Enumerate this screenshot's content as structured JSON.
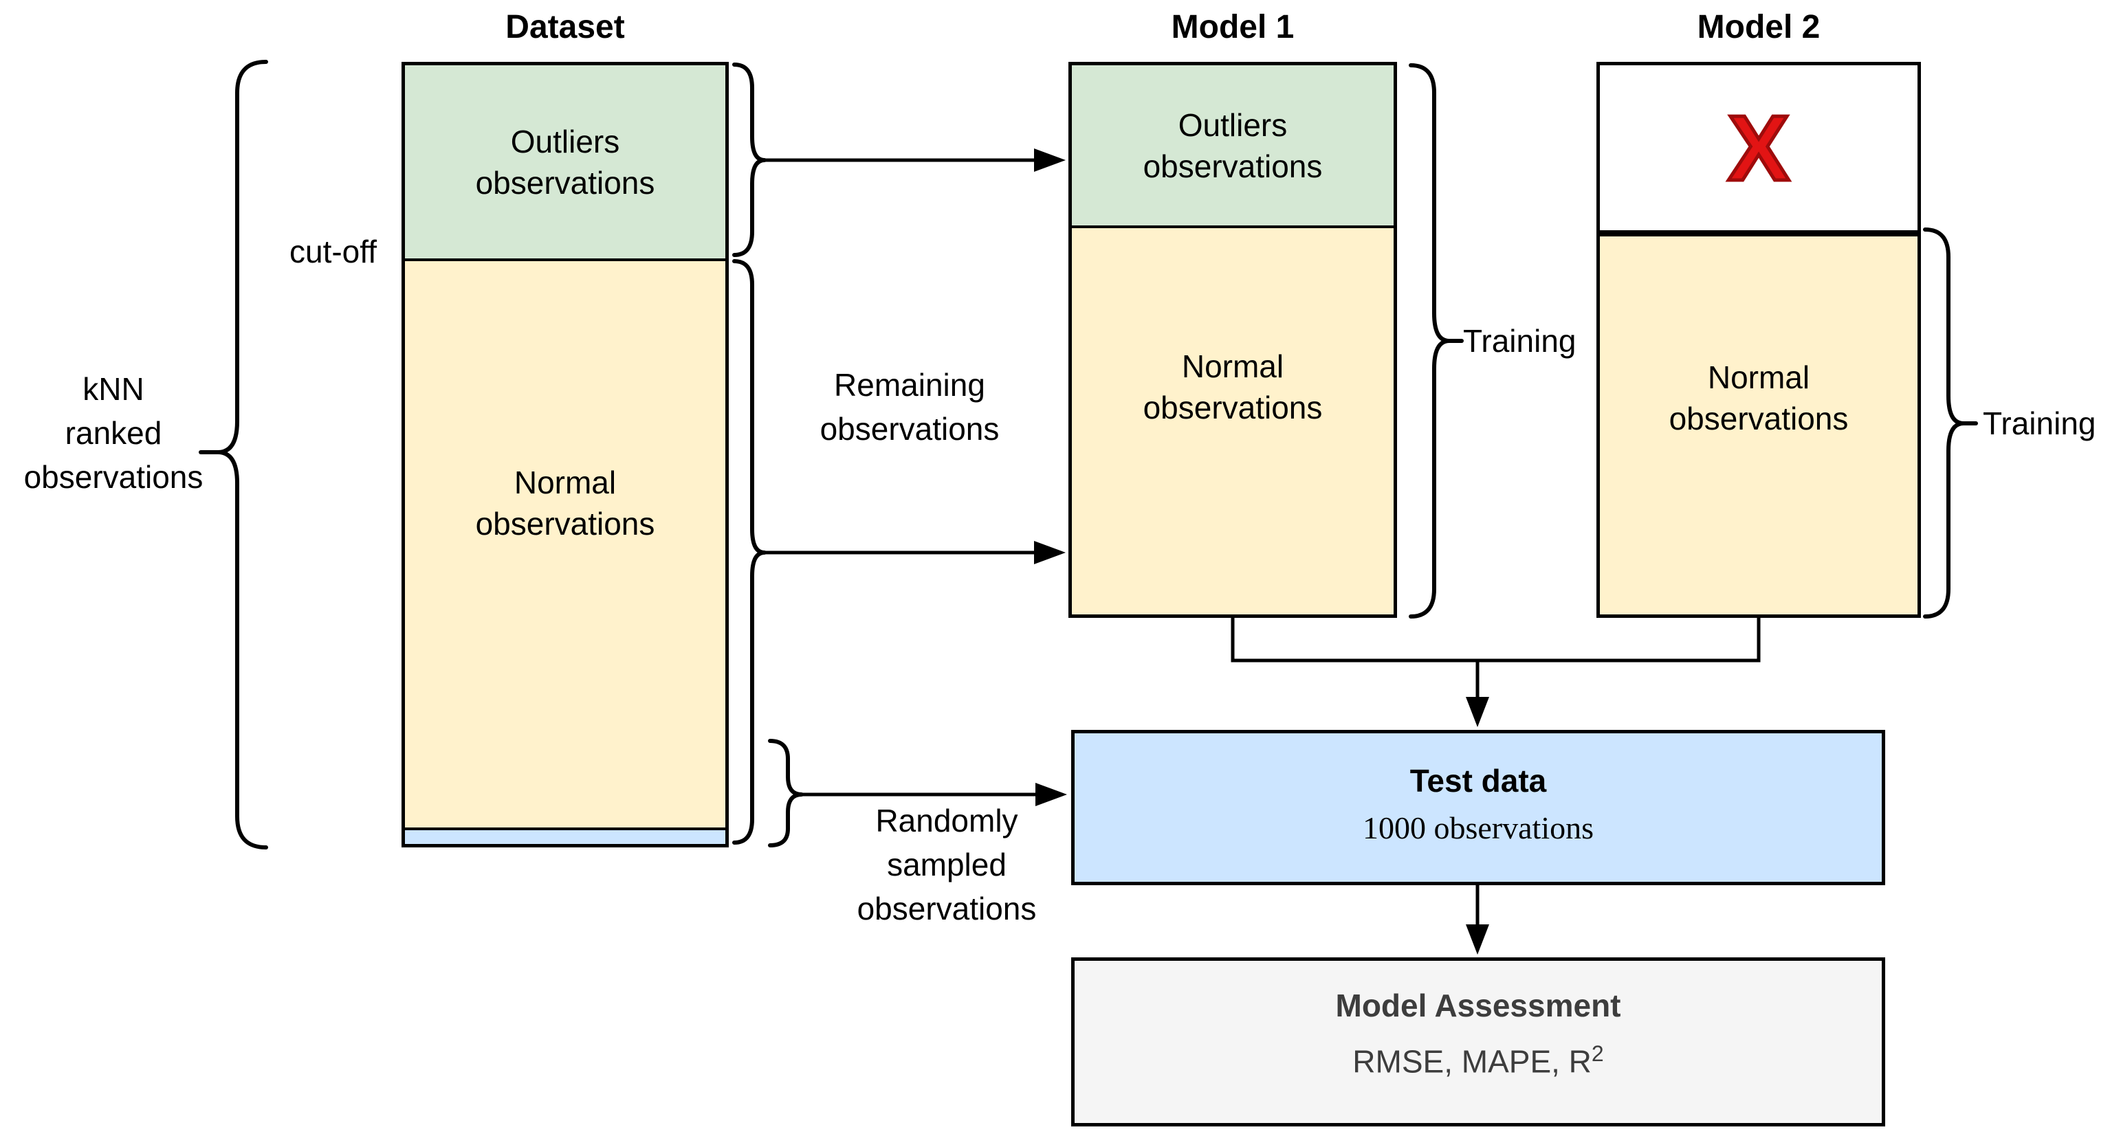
{
  "dataset": {
    "title": "Dataset",
    "outliers_label": "Outliers\nobservations",
    "normal_label": "Normal\nobservations"
  },
  "model1": {
    "title": "Model 1",
    "outliers_label": "Outliers\nobservations",
    "normal_label": "Normal\nobservations",
    "training_label": "Training"
  },
  "model2": {
    "title": "Model 2",
    "excluded_mark": "X",
    "normal_label": "Normal\nobservations",
    "training_label": "Training"
  },
  "annotations": {
    "knn_label": "kNN\nranked\nobservations",
    "cutoff_label": "cut-off",
    "remaining_label": "Remaining\nobservations",
    "random_label": "Randomly\nsampled\nobservations"
  },
  "test_box": {
    "title": "Test data",
    "subtitle": "1000 observations"
  },
  "assessment_box": {
    "title": "Model Assessment",
    "metrics_prefix": "RMSE, MAPE, R",
    "metrics_superscript": "2"
  },
  "colors": {
    "outliers_fill": "#d5e8d4",
    "normal_fill": "#fff2cc",
    "sample_fill": "#cce5ff",
    "test_fill": "#cce5ff",
    "assessment_fill": "#f5f5f5",
    "cross_red": "#e21414"
  }
}
